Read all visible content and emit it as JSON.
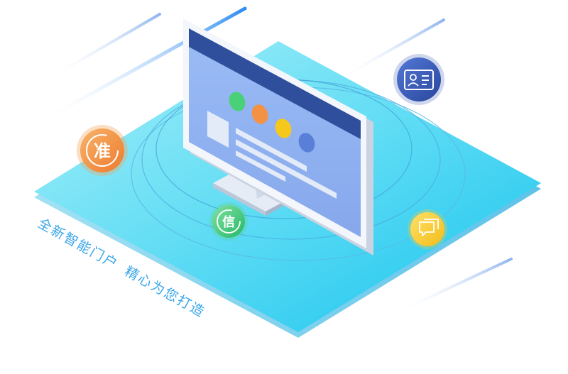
{
  "badges": {
    "zhun": {
      "char": "准",
      "color": "#f08a3c",
      "icon": "zhun-badge-icon"
    },
    "xin": {
      "char": "信",
      "color": "#3cc47a",
      "icon": "xin-badge-icon"
    },
    "id_card": {
      "color": "#3a5db8",
      "icon": "id-card-icon"
    },
    "chat": {
      "color": "#f7c92e",
      "icon": "chat-bubbles-icon"
    }
  },
  "slogan": {
    "line1": "全新智能门户",
    "line2": "精心为您打造"
  },
  "colors": {
    "platform_top": "#7fe6f6",
    "platform_bottom": "#1fc6ee",
    "monitor_bar": "#2f4f9c",
    "monitor_screen": "#8fb0f0",
    "dot_green": "#4bd07a",
    "dot_orange": "#f39245",
    "dot_yellow": "#f6c81b",
    "dot_blue": "#5a7fd8"
  }
}
